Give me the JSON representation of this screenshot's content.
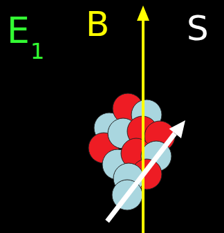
{
  "diagram": {
    "labels": [
      "E",
      "1",
      "B",
      "S"
    ]
  }
}
